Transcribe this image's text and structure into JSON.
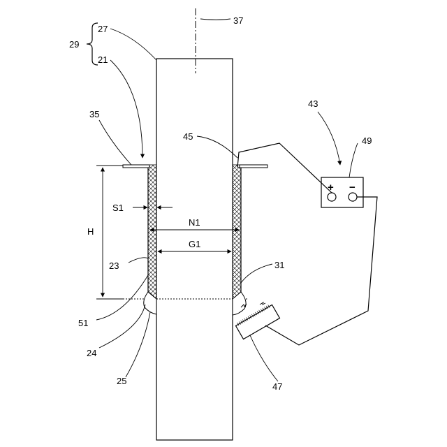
{
  "labels": {
    "l37": "37",
    "l27": "27",
    "l29": "29",
    "l21": "21",
    "l35": "35",
    "l45": "45",
    "l43": "43",
    "l49": "49",
    "l31": "31",
    "l47": "47",
    "l23": "23",
    "l51": "51",
    "l24": "24",
    "l25": "25",
    "s1": "S1",
    "n1": "N1",
    "g1": "G1",
    "h": "H"
  },
  "power_supply": {
    "plus": "+",
    "minus": "−"
  }
}
